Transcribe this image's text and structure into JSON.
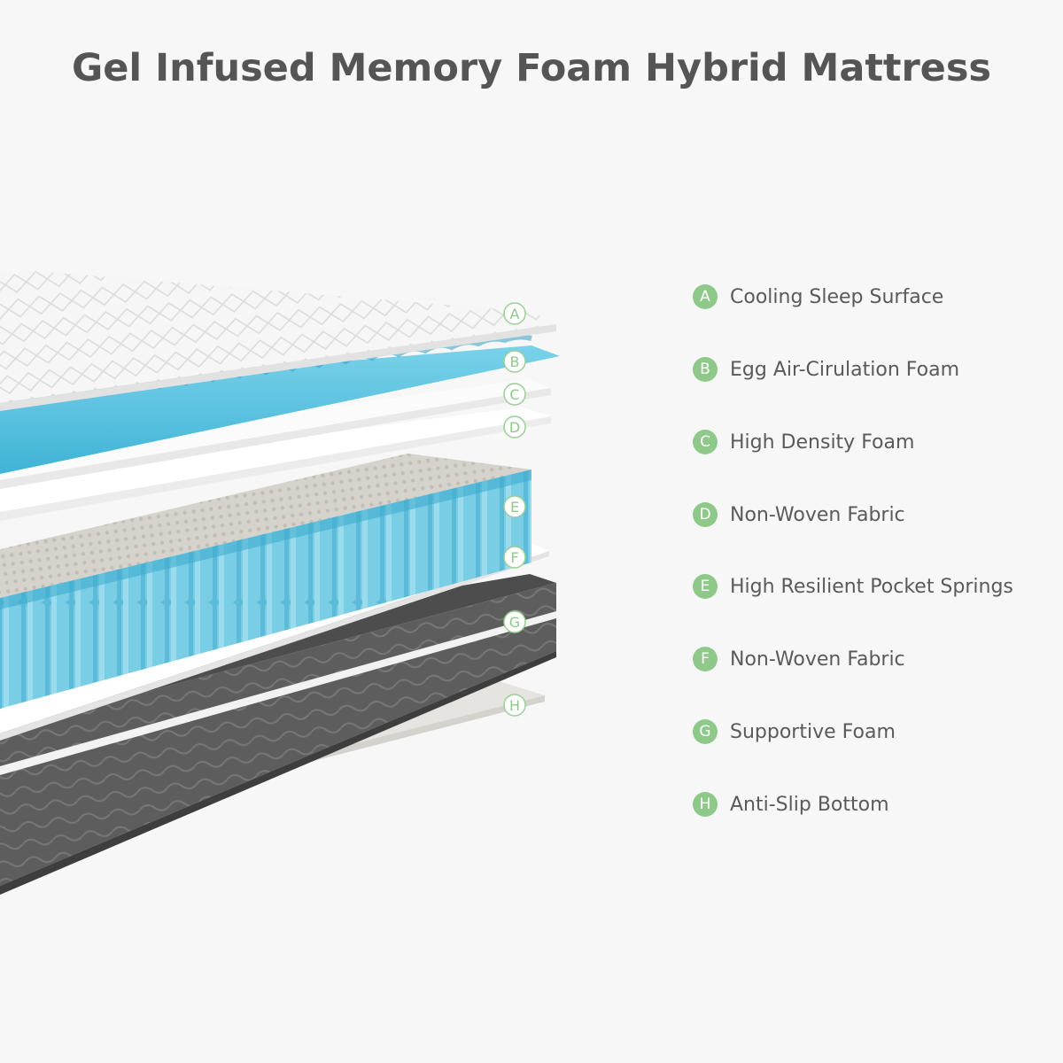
{
  "title": "Gel Infused Memory Foam Hybrid Mattress",
  "colors": {
    "accent_green": "#8ec98a",
    "marker_outline": "#9ccf97",
    "title_text": "#555555",
    "legend_text": "#5a5a5a",
    "foam_blue": "#5fc3df",
    "spring_blue": "#6fc9e2",
    "support_gray": "#5b5b5b",
    "white_layer": "#ffffff",
    "background": "#f7f7f7"
  },
  "layers": [
    {
      "letter": "A",
      "label": "Cooling Sleep Surface"
    },
    {
      "letter": "B",
      "label": "Egg Air-Cirulation Foam"
    },
    {
      "letter": "C",
      "label": "High Density Foam"
    },
    {
      "letter": "D",
      "label": "Non-Woven Fabric"
    },
    {
      "letter": "E",
      "label": "High Resilient Pocket Springs"
    },
    {
      "letter": "F",
      "label": "Non-Woven Fabric"
    },
    {
      "letter": "G",
      "label": "Supportive Foam"
    },
    {
      "letter": "H",
      "label": "Anti-Slip Bottom"
    }
  ]
}
